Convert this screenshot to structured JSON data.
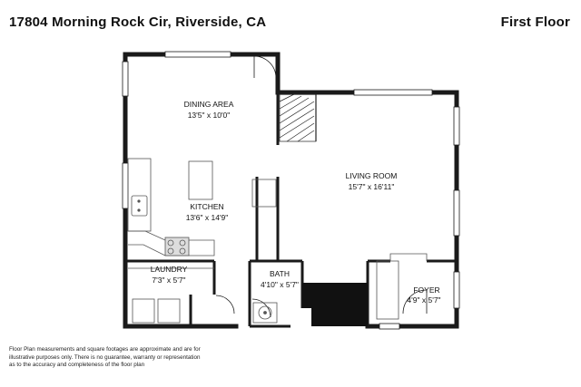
{
  "header": {
    "address": "17804 Morning Rock Cir, Riverside, CA",
    "floor": "First Floor"
  },
  "rooms": [
    {
      "name": "DINING AREA",
      "dims": "13'5\" x 10'0\""
    },
    {
      "name": "KITCHEN",
      "dims": "13'6\" x 14'9\""
    },
    {
      "name": "LIVING ROOM",
      "dims": "15'7\" x 16'11\""
    },
    {
      "name": "LAUNDRY",
      "dims": "7'3\" x 5'7\""
    },
    {
      "name": "BATH",
      "dims": "4'10\" x 5'7\""
    },
    {
      "name": "FOYER",
      "dims": "4'9\" x 5'7\""
    }
  ],
  "disclaimer": {
    "line1": "Floor Plan measurements and square footages are approximate and are for",
    "line2": "illustrative purposes only. There is no guarantee, warranty or representation",
    "line3": "as to the accuracy and completeness of the floor plan"
  },
  "colors": {
    "wall": "#1a1a1a",
    "fixture": "#555555",
    "stair_hatch": "#222222"
  }
}
